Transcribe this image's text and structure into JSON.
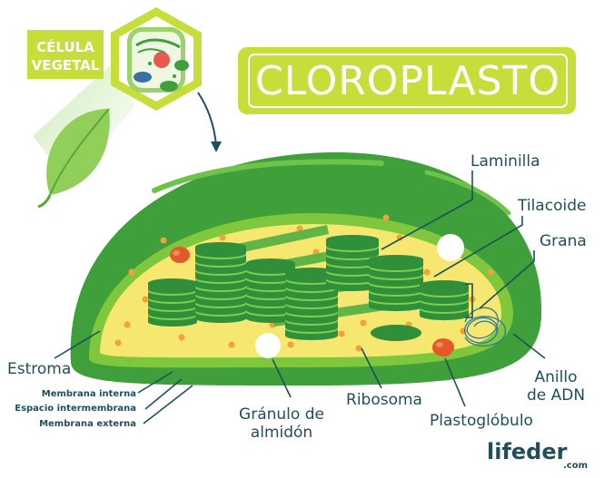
{
  "badge": {
    "line1": "CÉLULA",
    "line2": "VEGETAL"
  },
  "title": "CLOROPLASTO",
  "labels": {
    "laminilla": "Laminilla",
    "tilacoide": "Tilacoide",
    "grana": "Grana",
    "estroma": "Estroma",
    "membrana_interna": "Membrana interna",
    "espacio_intermembrana": "Espacio intermembrana",
    "membrana_externa": "Membrana externa",
    "granulo_line1": "Gránulo de",
    "granulo_line2": "almidón",
    "ribosoma": "Ribosoma",
    "plastoglobulo": "Plastoglóbulo",
    "adn_line1": "Anillo",
    "adn_line2": "de ADN"
  },
  "brand": {
    "name": "lifeder",
    "suffix": ".com"
  },
  "colors": {
    "outer_membrane": "#3f9f3a",
    "inner_membrane": "#7fc83e",
    "stroma": "#f6e770",
    "thylakoid_dark": "#2f8f3a",
    "thylakoid_light": "#7fcf4a",
    "title_bg": "#c7dd3a",
    "label_text": "#1f4f5c"
  }
}
